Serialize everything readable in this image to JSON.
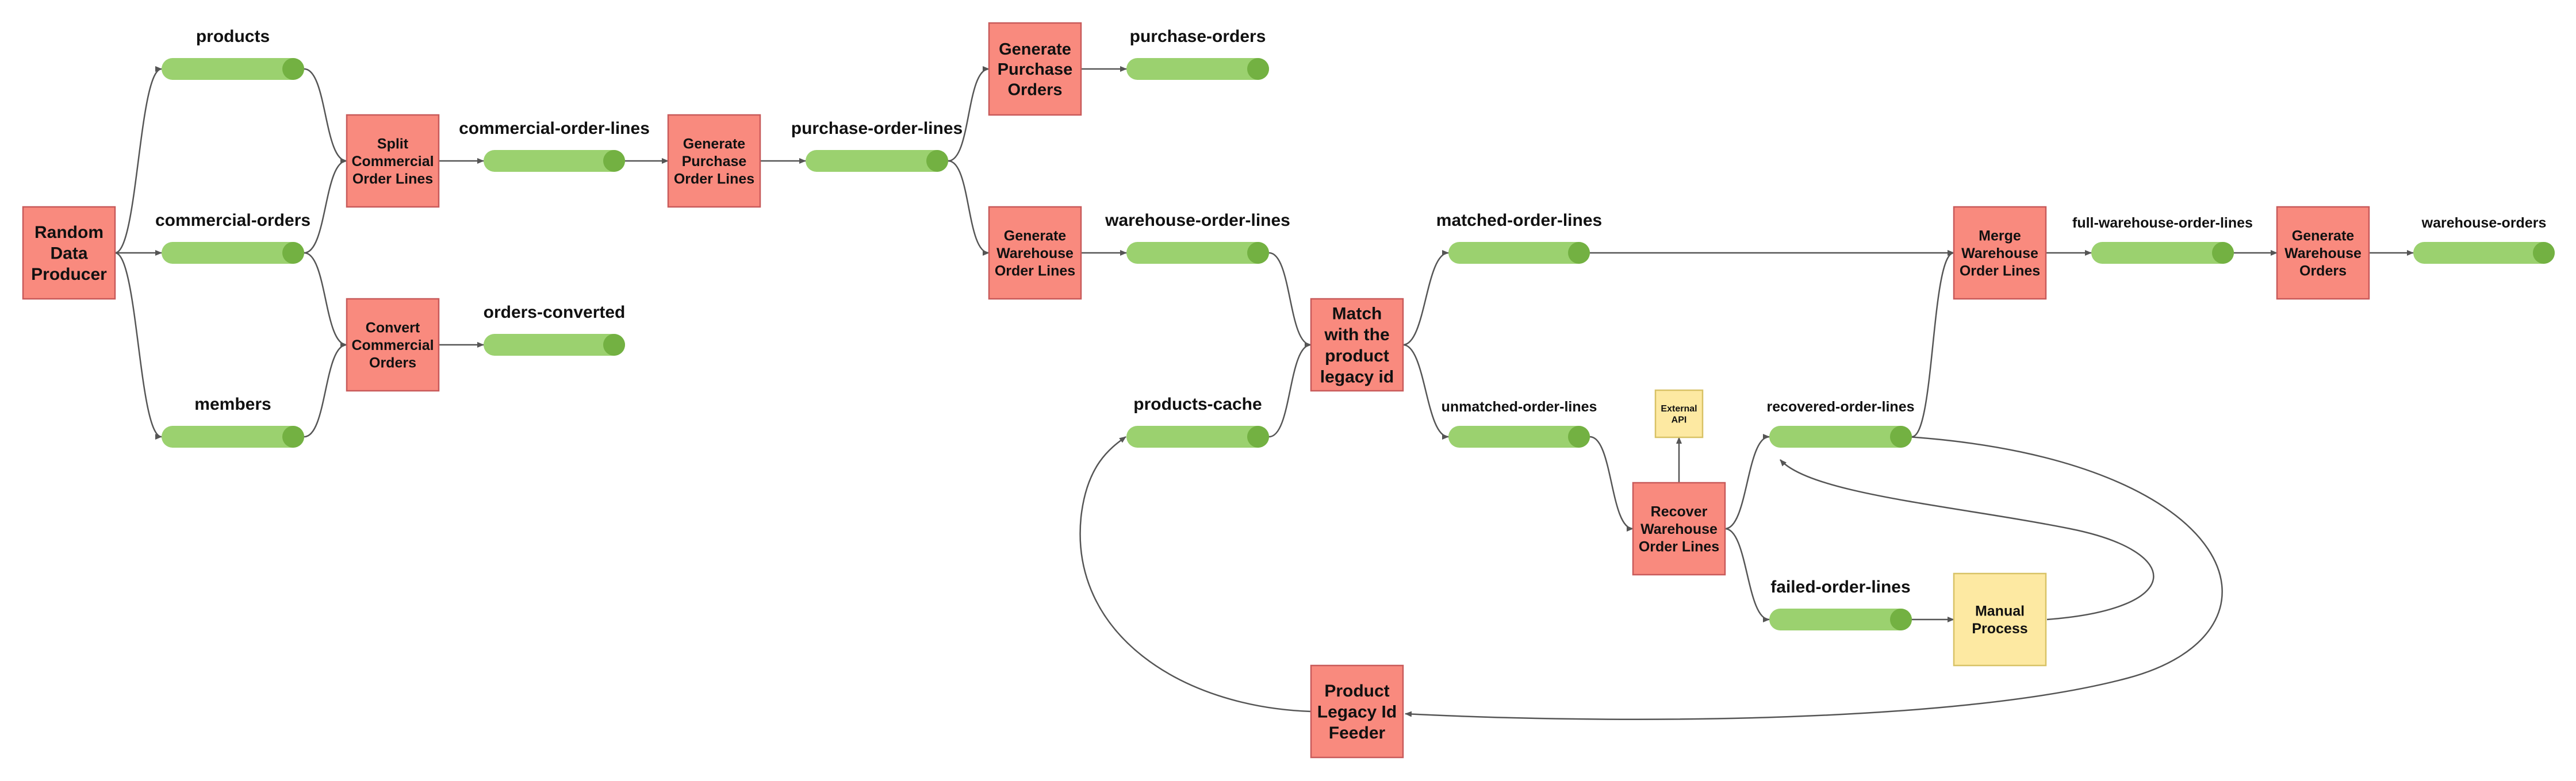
{
  "colors": {
    "process_fill": "#f98a7e",
    "external_fill": "#fde9a2",
    "topic_body": "#9bd16f",
    "topic_end": "#73b142",
    "edge": "#555555"
  },
  "processes": [
    {
      "id": "random",
      "lines": [
        "Random",
        "Data",
        "Producer"
      ]
    },
    {
      "id": "split",
      "lines": [
        "Split",
        "Commercial",
        "Order Lines"
      ]
    },
    {
      "id": "convert",
      "lines": [
        "Convert",
        "Commercial",
        "Orders"
      ]
    },
    {
      "id": "gen-pol",
      "lines": [
        "Generate",
        "Purchase",
        "Order Lines"
      ]
    },
    {
      "id": "gen-po",
      "lines": [
        "Generate",
        "Purchase",
        "Orders"
      ]
    },
    {
      "id": "gen-wol",
      "lines": [
        "Generate",
        "Warehouse",
        "Order Lines"
      ]
    },
    {
      "id": "match",
      "lines": [
        "Match",
        "with the",
        "product",
        "legacy id"
      ]
    },
    {
      "id": "recover",
      "lines": [
        "Recover",
        "Warehouse",
        "Order Lines"
      ]
    },
    {
      "id": "feeder",
      "lines": [
        "Product",
        "Legacy Id",
        "Feeder"
      ]
    },
    {
      "id": "merge",
      "lines": [
        "Merge",
        "Warehouse",
        "Order Lines"
      ]
    },
    {
      "id": "gen-wo",
      "lines": [
        "Generate",
        "Warehouse",
        "Orders"
      ]
    }
  ],
  "externals": [
    {
      "id": "api",
      "lines": [
        "External",
        "API"
      ]
    },
    {
      "id": "manual",
      "lines": [
        "Manual",
        "Process"
      ]
    }
  ],
  "topics": [
    {
      "id": "products",
      "label": "products"
    },
    {
      "id": "commercial-orders",
      "label": "commercial-orders"
    },
    {
      "id": "members",
      "label": "members"
    },
    {
      "id": "commercial-order-lines",
      "label": "commercial-order-lines"
    },
    {
      "id": "orders-converted",
      "label": "orders-converted"
    },
    {
      "id": "purchase-order-lines",
      "label": "purchase-order-lines"
    },
    {
      "id": "purchase-orders",
      "label": "purchase-orders"
    },
    {
      "id": "warehouse-order-lines",
      "label": "warehouse-order-lines"
    },
    {
      "id": "products-cache",
      "label": "products-cache"
    },
    {
      "id": "matched-order-lines",
      "label": "matched-order-lines"
    },
    {
      "id": "unmatched-order-lines",
      "label": "unmatched-order-lines"
    },
    {
      "id": "recovered-order-lines",
      "label": "recovered-order-lines"
    },
    {
      "id": "failed-order-lines",
      "label": "failed-order-lines"
    },
    {
      "id": "full-warehouse-order-lines",
      "label": "full-warehouse-order-lines"
    },
    {
      "id": "warehouse-orders",
      "label": "warehouse-orders"
    }
  ],
  "edges": [
    {
      "from": "random",
      "to": "products"
    },
    {
      "from": "random",
      "to": "commercial-orders"
    },
    {
      "from": "random",
      "to": "members"
    },
    {
      "from": "products",
      "to": "split"
    },
    {
      "from": "commercial-orders",
      "to": "split"
    },
    {
      "from": "commercial-orders",
      "to": "convert"
    },
    {
      "from": "members",
      "to": "convert"
    },
    {
      "from": "split",
      "to": "commercial-order-lines"
    },
    {
      "from": "convert",
      "to": "orders-converted"
    },
    {
      "from": "commercial-order-lines",
      "to": "gen-pol"
    },
    {
      "from": "gen-pol",
      "to": "purchase-order-lines"
    },
    {
      "from": "purchase-order-lines",
      "to": "gen-po"
    },
    {
      "from": "purchase-order-lines",
      "to": "gen-wol"
    },
    {
      "from": "gen-po",
      "to": "purchase-orders"
    },
    {
      "from": "gen-wol",
      "to": "warehouse-order-lines"
    },
    {
      "from": "warehouse-order-lines",
      "to": "match"
    },
    {
      "from": "products-cache",
      "to": "match"
    },
    {
      "from": "match",
      "to": "matched-order-lines"
    },
    {
      "from": "match",
      "to": "unmatched-order-lines"
    },
    {
      "from": "matched-order-lines",
      "to": "merge"
    },
    {
      "from": "unmatched-order-lines",
      "to": "recover"
    },
    {
      "from": "recover",
      "to": "api"
    },
    {
      "from": "recover",
      "to": "recovered-order-lines"
    },
    {
      "from": "recover",
      "to": "failed-order-lines"
    },
    {
      "from": "failed-order-lines",
      "to": "manual"
    },
    {
      "from": "manual",
      "to": "recovered-order-lines"
    },
    {
      "from": "recovered-order-lines",
      "to": "merge"
    },
    {
      "from": "recovered-order-lines",
      "to": "feeder"
    },
    {
      "from": "feeder",
      "to": "products-cache"
    },
    {
      "from": "merge",
      "to": "full-warehouse-order-lines"
    },
    {
      "from": "full-warehouse-order-lines",
      "to": "gen-wo"
    },
    {
      "from": "gen-wo",
      "to": "warehouse-orders"
    }
  ]
}
